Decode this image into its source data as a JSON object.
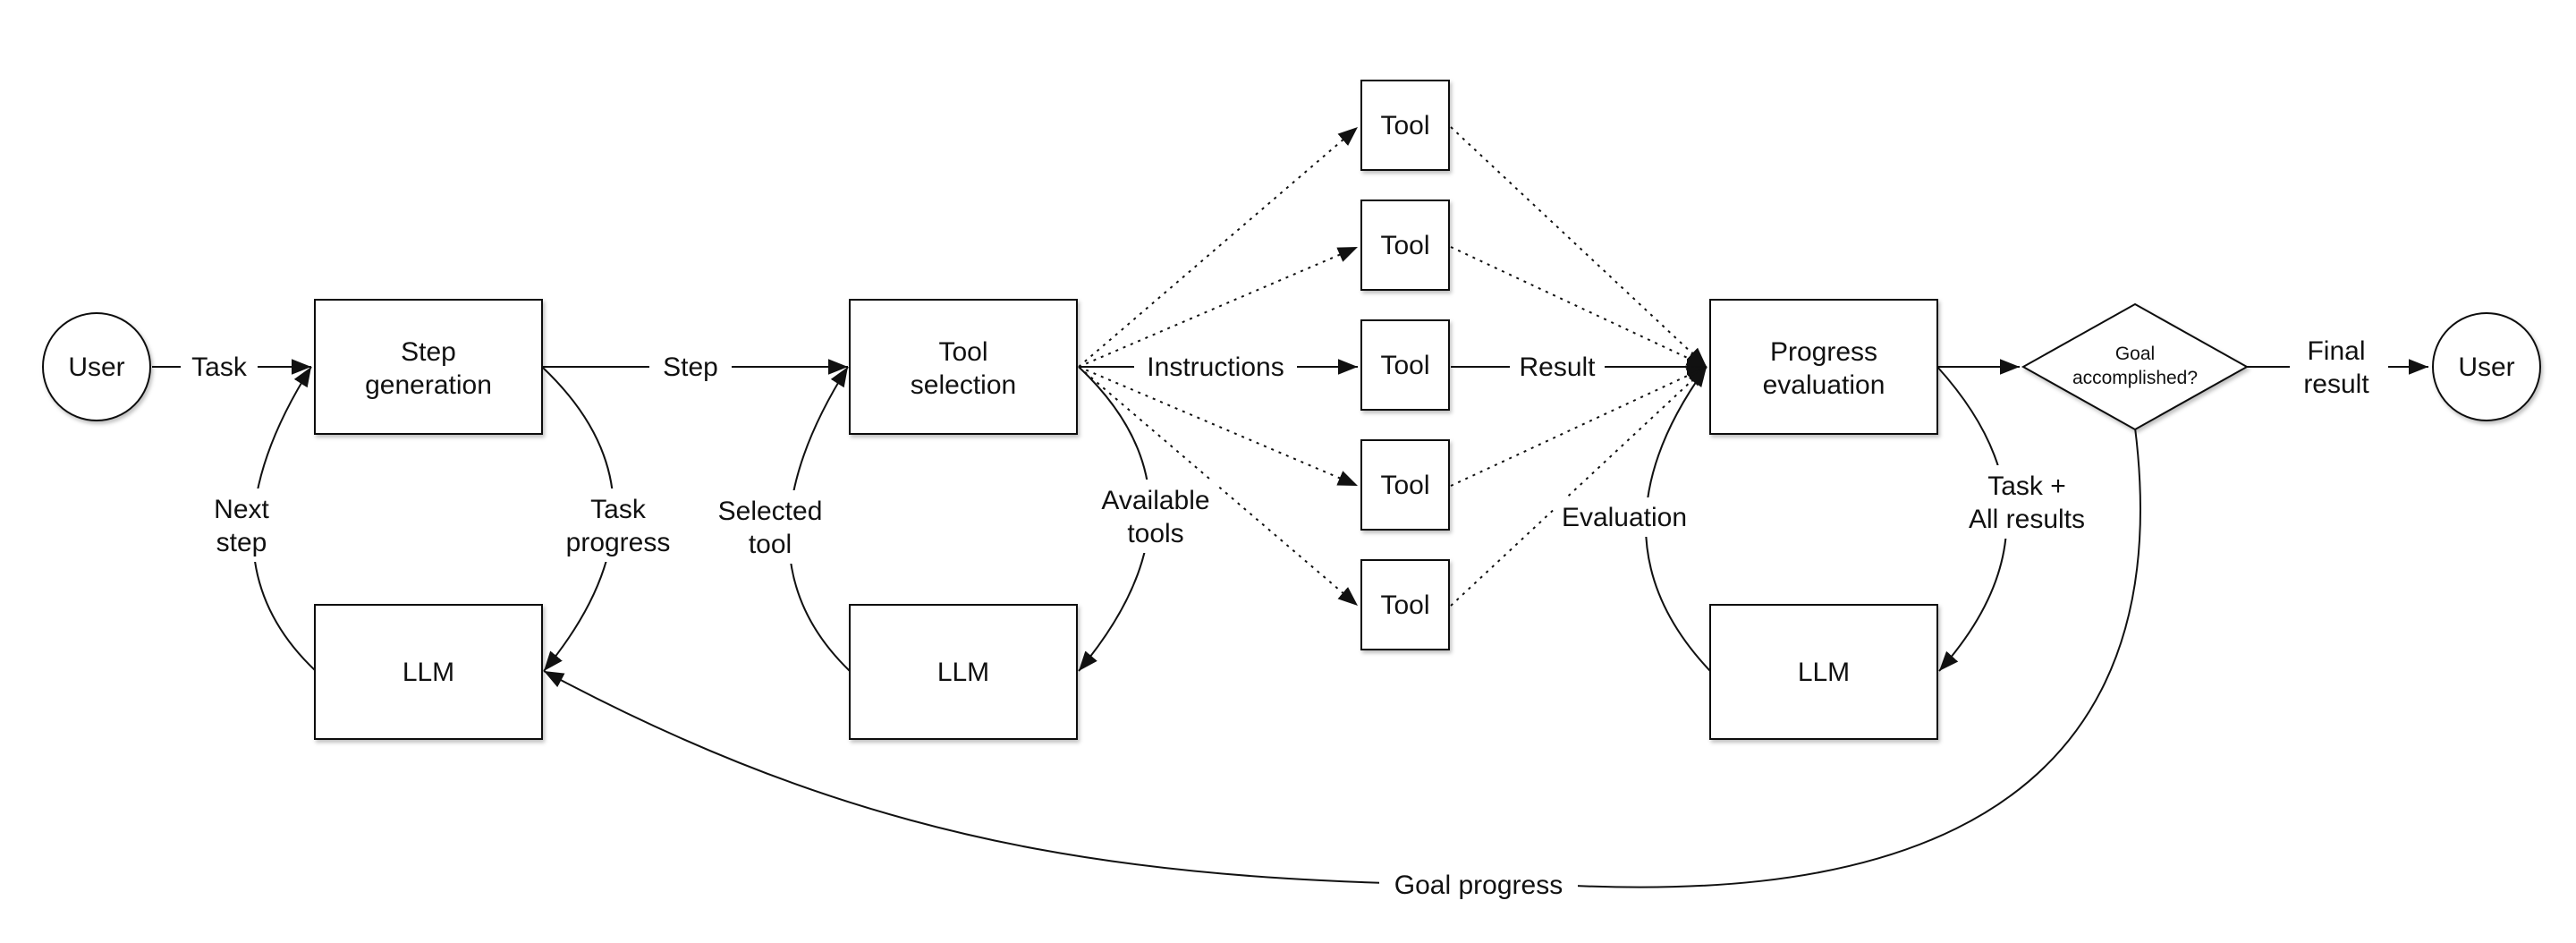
{
  "nodes": {
    "user_start": "User",
    "step_generation": [
      "Step",
      "generation"
    ],
    "tool_selection": [
      "Tool",
      "selection"
    ],
    "tools": [
      "Tool",
      "Tool",
      "Tool",
      "Tool",
      "Tool"
    ],
    "progress_evaluation": [
      "Progress",
      "evaluation"
    ],
    "goal_accomplished": [
      "Goal",
      "accomplished?"
    ],
    "user_end": "User",
    "llm_step": "LLM",
    "llm_tool": "LLM",
    "llm_eval": "LLM"
  },
  "edges": {
    "task": "Task",
    "step": "Step",
    "instructions": "Instructions",
    "result": "Result",
    "final_result": [
      "Final",
      "result"
    ],
    "next_step": [
      "Next",
      "step"
    ],
    "task_progress": [
      "Task",
      "progress"
    ],
    "selected_tool": [
      "Selected",
      "tool"
    ],
    "available_tools": [
      "Available",
      "tools"
    ],
    "evaluation": "Evaluation",
    "task_all_results": [
      "Task +",
      "All results"
    ],
    "goal_progress": "Goal progress"
  }
}
